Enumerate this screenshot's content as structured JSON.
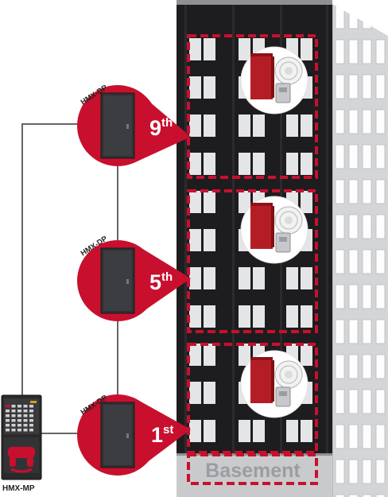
{
  "diagram": {
    "panels": [
      {
        "label": "HMX-DP",
        "floor_number": "9",
        "floor_suffix": "th"
      },
      {
        "label": "HMX-DP",
        "floor_number": "5",
        "floor_suffix": "th"
      },
      {
        "label": "HMX-DP",
        "floor_number": "1",
        "floor_suffix": "st"
      }
    ],
    "master_panel_label": "HMX-MP",
    "basement_label": "Basement",
    "colors": {
      "accent_red": "#c8102e",
      "building_dark": "#1d1d1f",
      "building_side": "#d7d8da",
      "window_light": "#e7e8ea",
      "wire": "#666666"
    }
  }
}
